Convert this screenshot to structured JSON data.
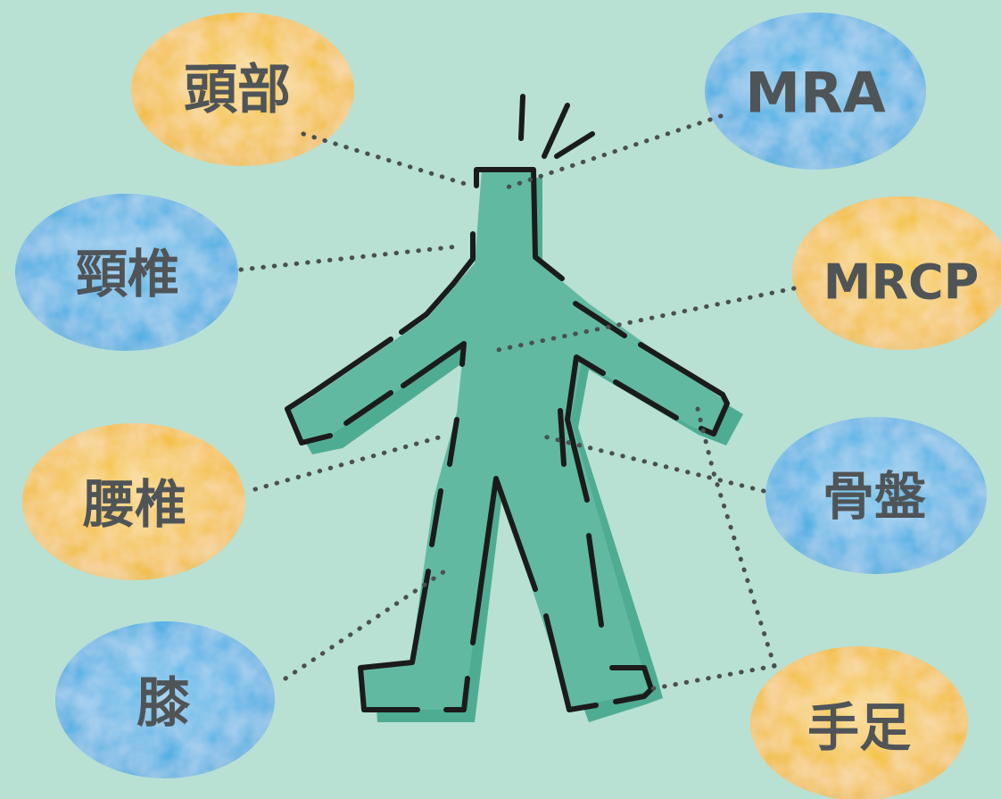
{
  "background_color": "#b8e1d3",
  "figure_color": "#5db59e",
  "outline_color": "#1b1b1b",
  "bubble_colors": {
    "yellow": "#f6c649",
    "blue": "#5bb6e7"
  },
  "regions": [
    {
      "id": "head",
      "label": "頭部",
      "color": "yellow"
    },
    {
      "id": "mra",
      "label": "MRA",
      "color": "blue"
    },
    {
      "id": "cervical",
      "label": "頸椎",
      "color": "blue"
    },
    {
      "id": "mrcp",
      "label": "MRCP",
      "color": "yellow"
    },
    {
      "id": "lumbar",
      "label": "腰椎",
      "color": "yellow"
    },
    {
      "id": "pelvis",
      "label": "骨盤",
      "color": "blue"
    },
    {
      "id": "knee",
      "label": "膝",
      "color": "blue"
    },
    {
      "id": "hands-feet",
      "label": "手足",
      "color": "yellow"
    }
  ]
}
